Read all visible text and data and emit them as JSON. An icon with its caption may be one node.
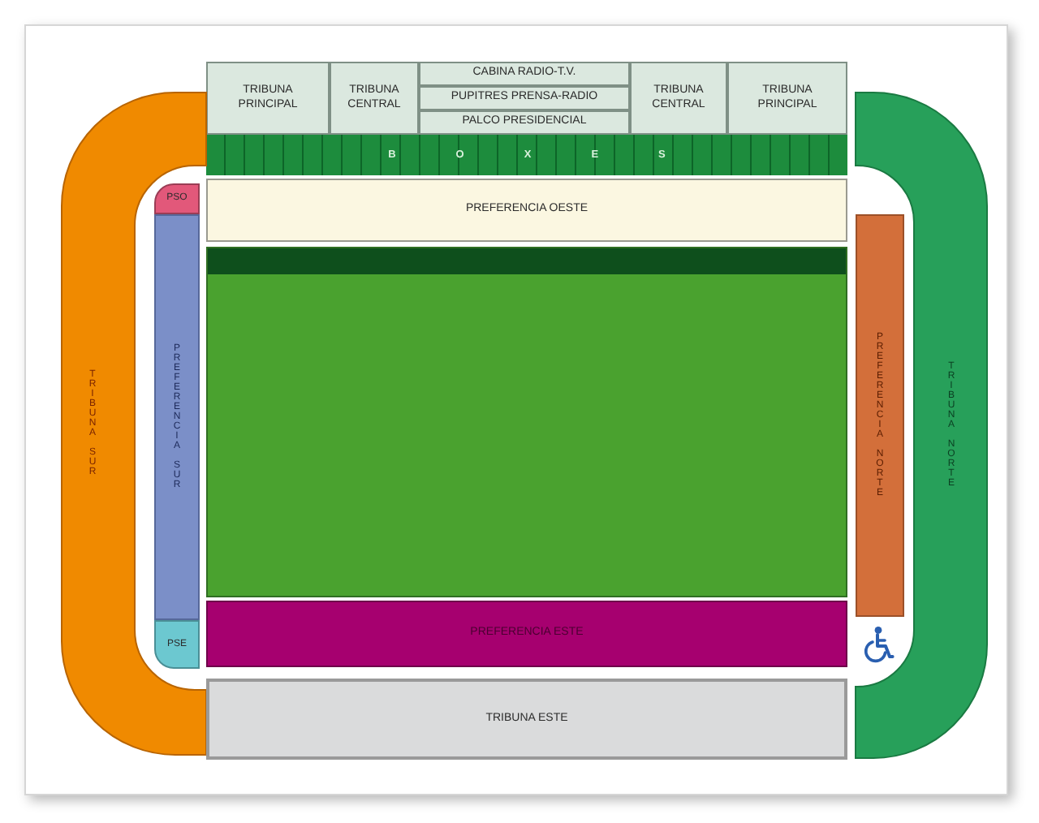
{
  "diagram": {
    "nodes": [
      {
        "text": [
          "TRIBUNA PRINCIPAL"
        ]
      },
      {
        "text": [
          "TRIBUNA CENTRAL"
        ]
      },
      {
        "text": [
          "CABINA RADIO-T.V."
        ]
      },
      {
        "text": [
          "PUPITRES PRENSA-RADIO"
        ]
      },
      {
        "text": [
          "PALCO PRESIDENCIAL"
        ]
      },
      {
        "text": [
          "TRIBUNA CENTRAL"
        ]
      },
      {
        "text": [
          "TRIBUNA PRINCIPAL"
        ]
      },
      {
        "text": [
          "BOXES"
        ]
      },
      {
        "text": [
          "PREFERENCIA OESTE"
        ]
      },
      {
        "text": [
          "TRIBUNA SUR"
        ]
      },
      {
        "text": [
          "PSO"
        ]
      },
      {
        "text": [
          "PREFERENCIA SUR"
        ]
      },
      {
        "text": [
          "PSE"
        ]
      },
      {
        "text": [],
        "shape": "box"
      },
      {
        "text": [
          "PREFERENCIA NORTE"
        ]
      },
      {
        "text": [
          "TRIBUNA NORTE"
        ]
      },
      {
        "text": [
          "PREFERENCIA ESTE"
        ]
      },
      {
        "text": [
          "TRIBUNA ESTE"
        ]
      }
    ],
    "edges": []
  }
}
